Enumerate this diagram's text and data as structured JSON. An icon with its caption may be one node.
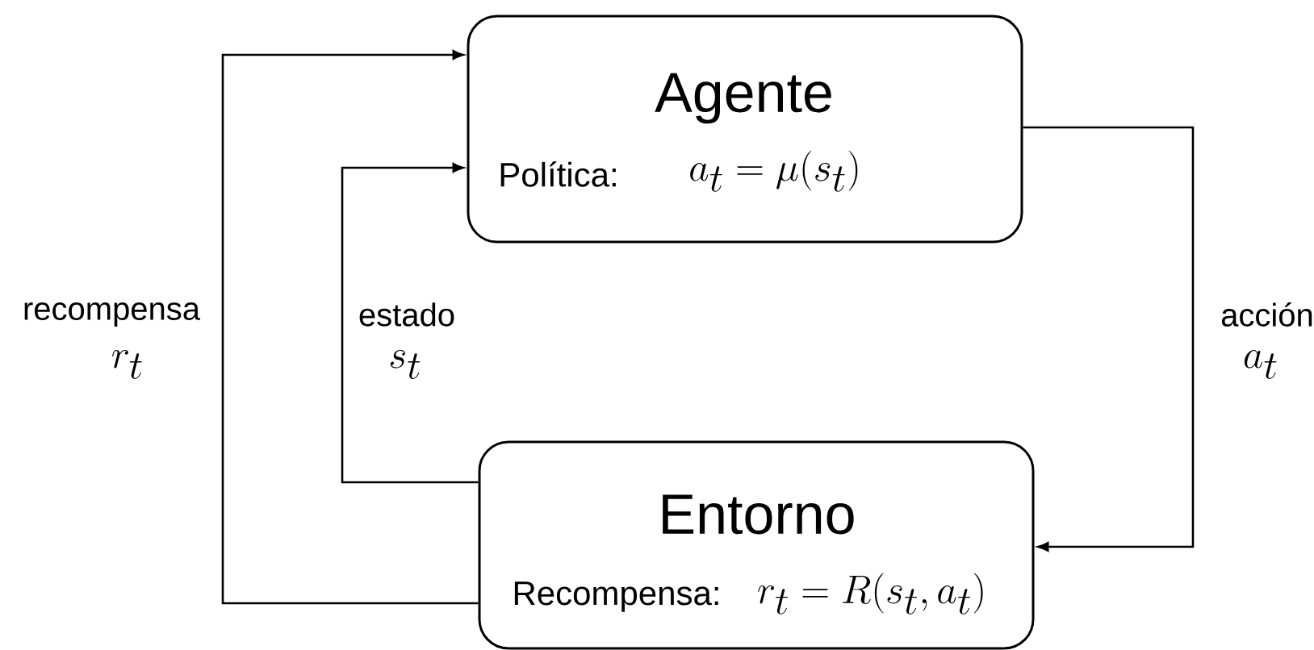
{
  "diagram": {
    "nodes": [
      {
        "text": [
          "Agente",
          "Política:",
          "a_t = \\mu(s_t)"
        ]
      },
      {
        "text": [
          "Entorno",
          "Recompensa:",
          "r_t = R(s_t, a_t)"
        ]
      }
    ],
    "edges": [
      {
        "from": 1,
        "to": 0,
        "arrow": "to",
        "label": "recompensa"
      },
      {
        "from": 1,
        "to": 0,
        "arrow": "to",
        "label": "estado"
      },
      {
        "from": 0,
        "to": 1,
        "arrow": "to",
        "label": "acción"
      }
    ],
    "labels": [
      "r_t",
      "s_t",
      "a_t"
    ]
  }
}
